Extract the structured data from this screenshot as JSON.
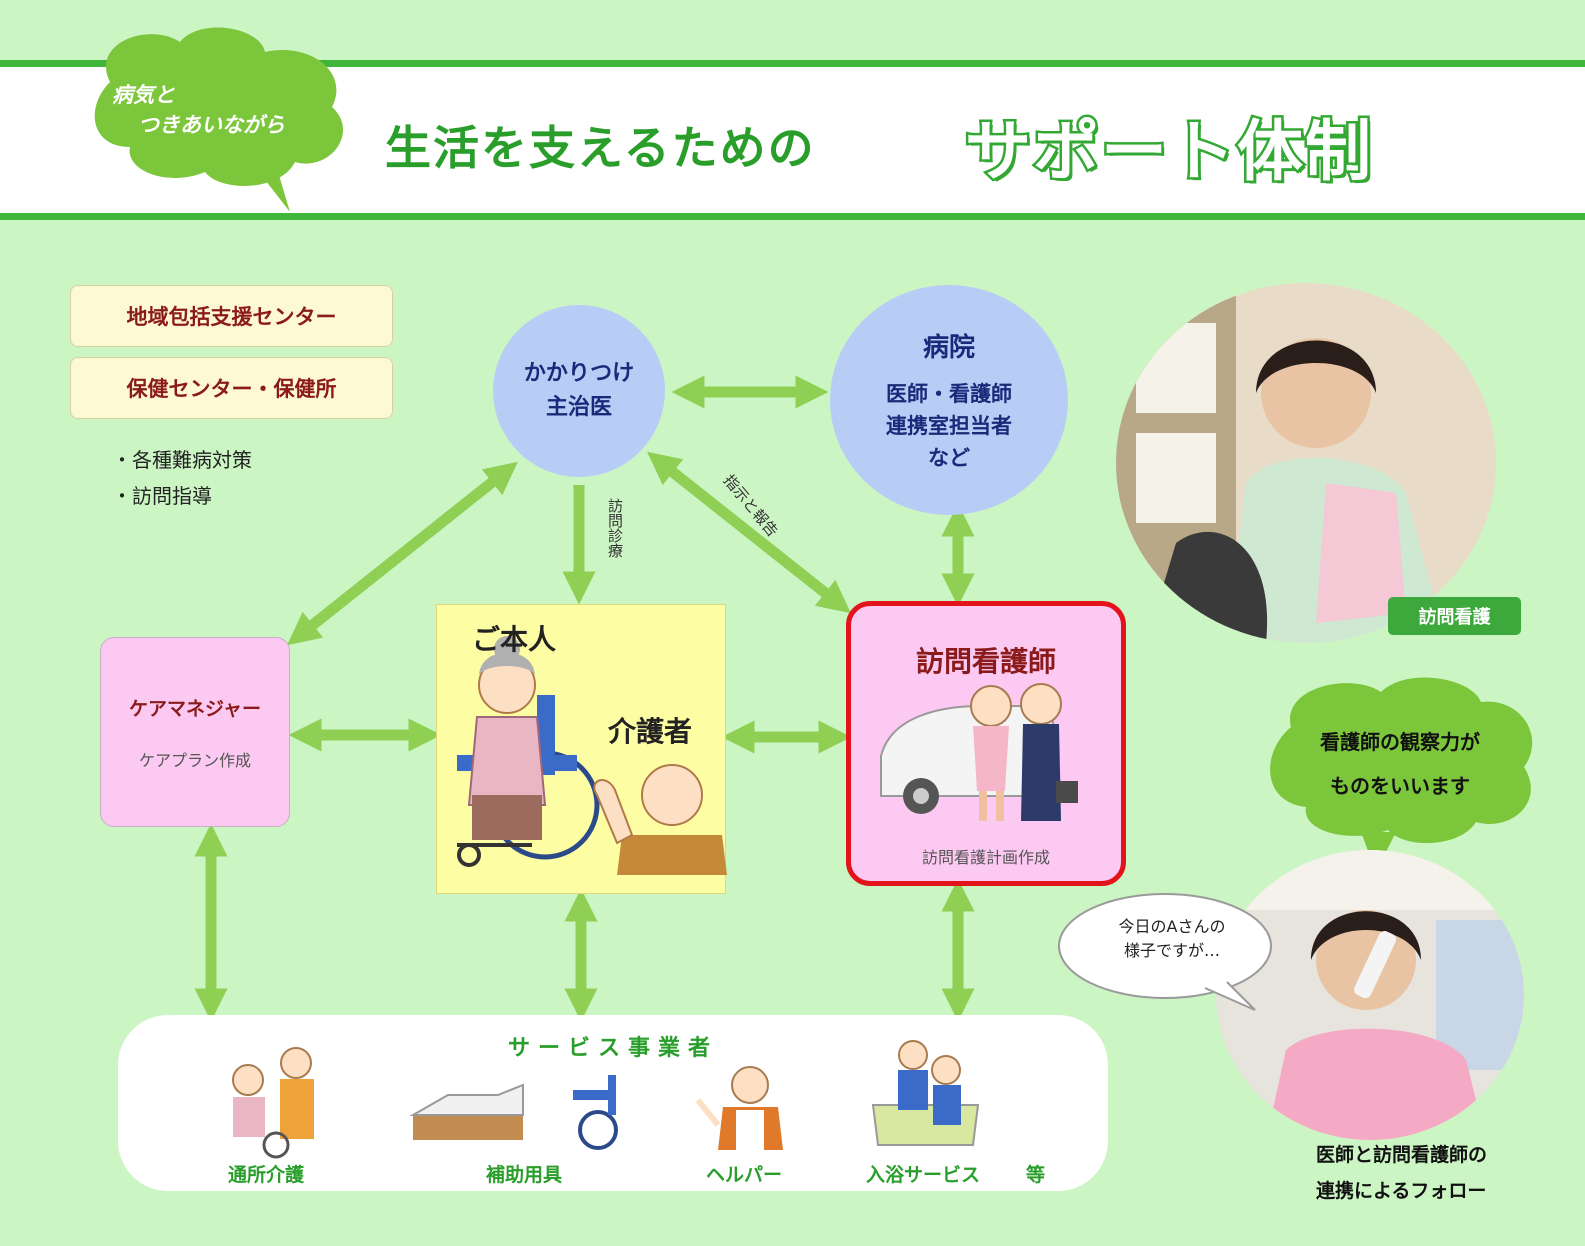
{
  "header": {
    "tag_line1": "病気と",
    "tag_line2": "つきあいながら",
    "title": "生活を支えるための",
    "title_emphasis": "サポート体制"
  },
  "left_boxes": {
    "community_center": "地域包括支援センター",
    "health_center": "保健センター・保健所",
    "bullets": [
      "・各種難病対策",
      "・訪問指導"
    ]
  },
  "doctor": {
    "line1": "かかりつけ",
    "line2": "主治医"
  },
  "hospital": {
    "title": "病院",
    "line1": "医師・看護師",
    "line2": "連携室担当者",
    "line3": "など"
  },
  "care_manager": {
    "title": "ケアマネジャー",
    "sub": "ケアプラン作成"
  },
  "patient": {
    "label": "ご本人",
    "carer_label": "介護者"
  },
  "nurse": {
    "title": "訪問看護師",
    "sub": "訪問看護計画作成"
  },
  "arrow_labels": {
    "visit": "訪問診療",
    "instruction": "指示と報告"
  },
  "services": {
    "title": "サービス事業者",
    "items": [
      "通所介護",
      "補助用具",
      "ヘルパー",
      "入浴サービス",
      "等"
    ]
  },
  "photos": {
    "badge": "訪問看護",
    "observe_line1": "看護師の観察力が",
    "observe_line2": "ものをいいます",
    "speech_line1": "今日のAさんの",
    "speech_line2": "様子ですが…",
    "caption_line1": "医師と訪問看護師の",
    "caption_line2": "連携によるフォロー"
  },
  "colors": {
    "background": "#ccf5c4",
    "accent_green": "#3fb63b",
    "arrow_green": "#8fcf54",
    "circle_blue": "#b8cdf5",
    "pink_box": "#fcc9f2",
    "nurse_border": "#e3131c",
    "patient_yellow": "#fdfda4"
  }
}
